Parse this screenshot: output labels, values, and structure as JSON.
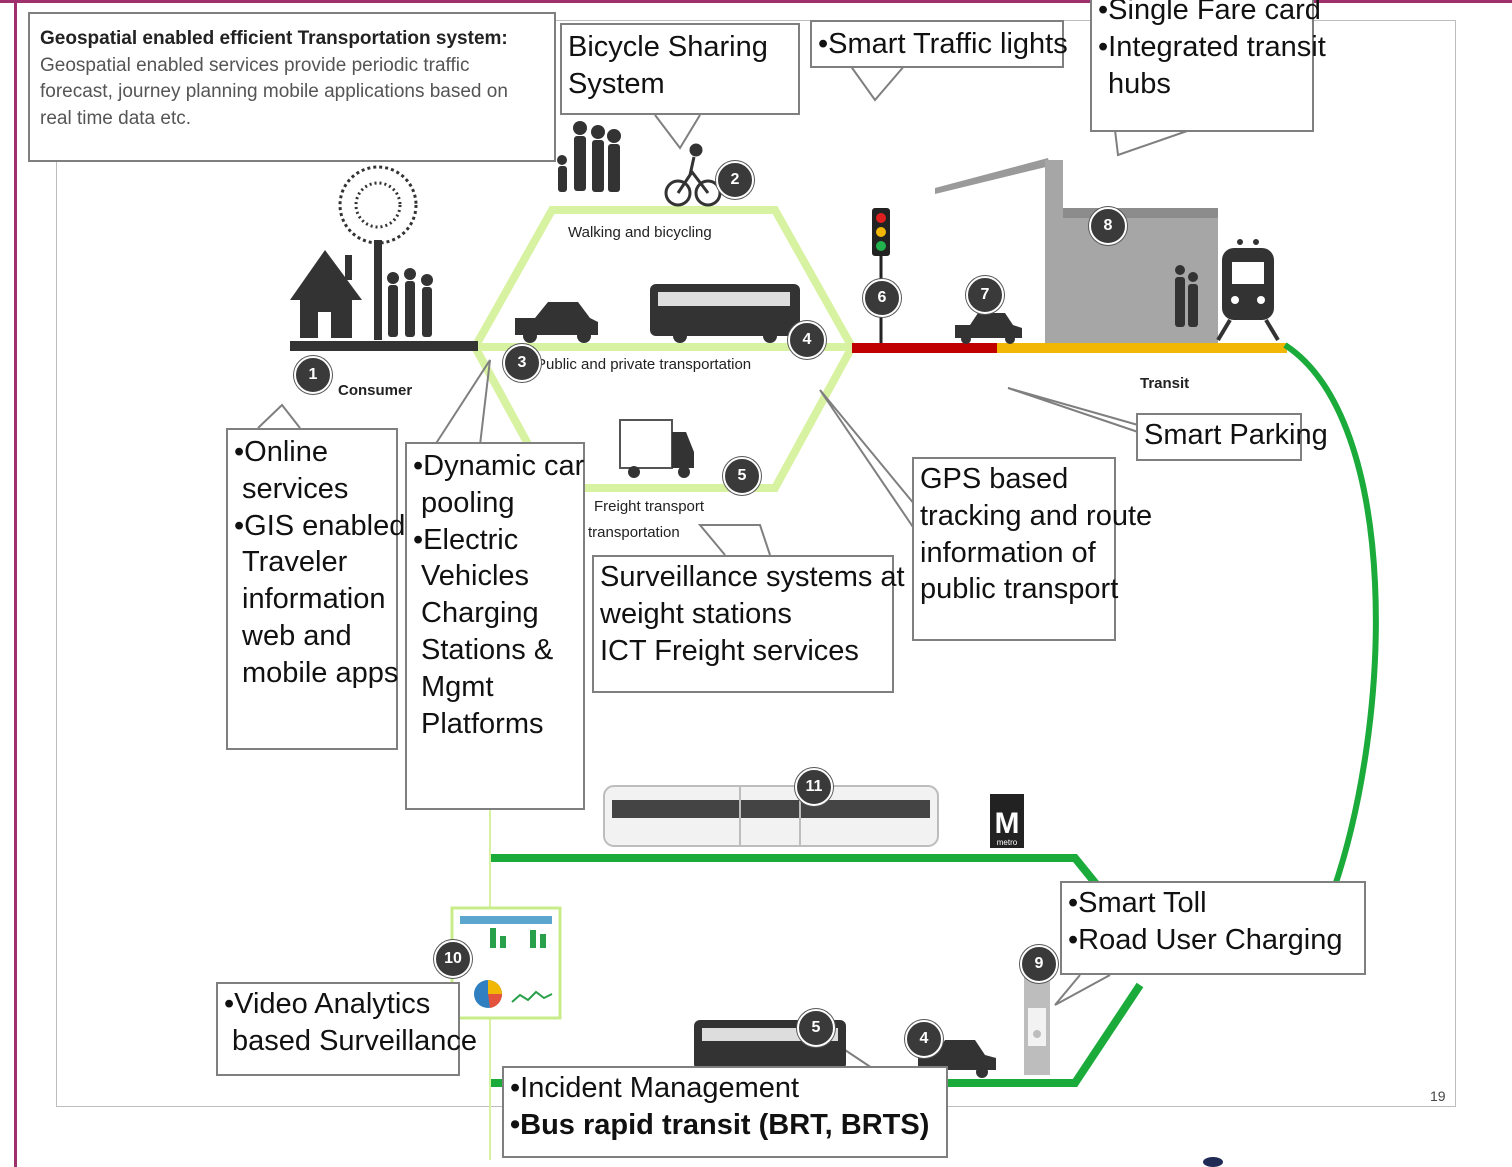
{
  "intro": {
    "title": "Geospatial enabled efficient Transportation system:",
    "body": " Geospatial enabled services provide periodic traffic forecast, journey planning mobile applications based on real time data etc."
  },
  "callouts": {
    "bicycle": [
      "Bicycle Sharing",
      "System"
    ],
    "traffic": [
      "•Smart Traffic lights"
    ],
    "fare": [
      "•Single Fare card",
      "•Integrated transit",
      "hubs"
    ],
    "online": [
      "•Online",
      "services",
      "•GIS enabled",
      "Traveler",
      "information",
      "web and",
      "mobile apps"
    ],
    "carpool": [
      "•Dynamic car",
      "pooling",
      "•Electric",
      "Vehicles",
      "Charging",
      "Stations &",
      "Mgmt",
      "Platforms"
    ],
    "surveillance": [
      "Surveillance systems at",
      "weight stations",
      "ICT Freight services"
    ],
    "gps": [
      "GPS based",
      "tracking and route",
      "information of",
      "public transport"
    ],
    "parking": [
      "Smart Parking"
    ],
    "toll": [
      "•Smart Toll",
      "•Road User Charging"
    ],
    "video": [
      "•Video Analytics",
      "based Surveillance"
    ],
    "incident": [
      "•Incident Management",
      "•Bus rapid transit (BRT, BRTS)"
    ]
  },
  "labels": {
    "walking": "Walking and bicycling",
    "public": "Public and private transportation",
    "freight1": "Freight transport",
    "freight2": "transportation",
    "consumer": "Consumer",
    "transit": "Transit",
    "metro_letter": "M",
    "metro_word": "metro"
  },
  "badges": {
    "b1": "1",
    "b2": "2",
    "b3": "3",
    "b4": "4",
    "b5": "5",
    "b6": "6",
    "b7": "7",
    "b8": "8",
    "b9": "9",
    "b10": "10",
    "b11": "11",
    "b4b": "4",
    "b5b": "5"
  },
  "colors": {
    "green_path": "#1aab3a",
    "light_green": "#d7f2a0",
    "red_road": "#c00000",
    "yellow_road": "#f2b705",
    "dark": "#3a3a3a",
    "border_accent": "#a0306c"
  },
  "page_number": "19"
}
